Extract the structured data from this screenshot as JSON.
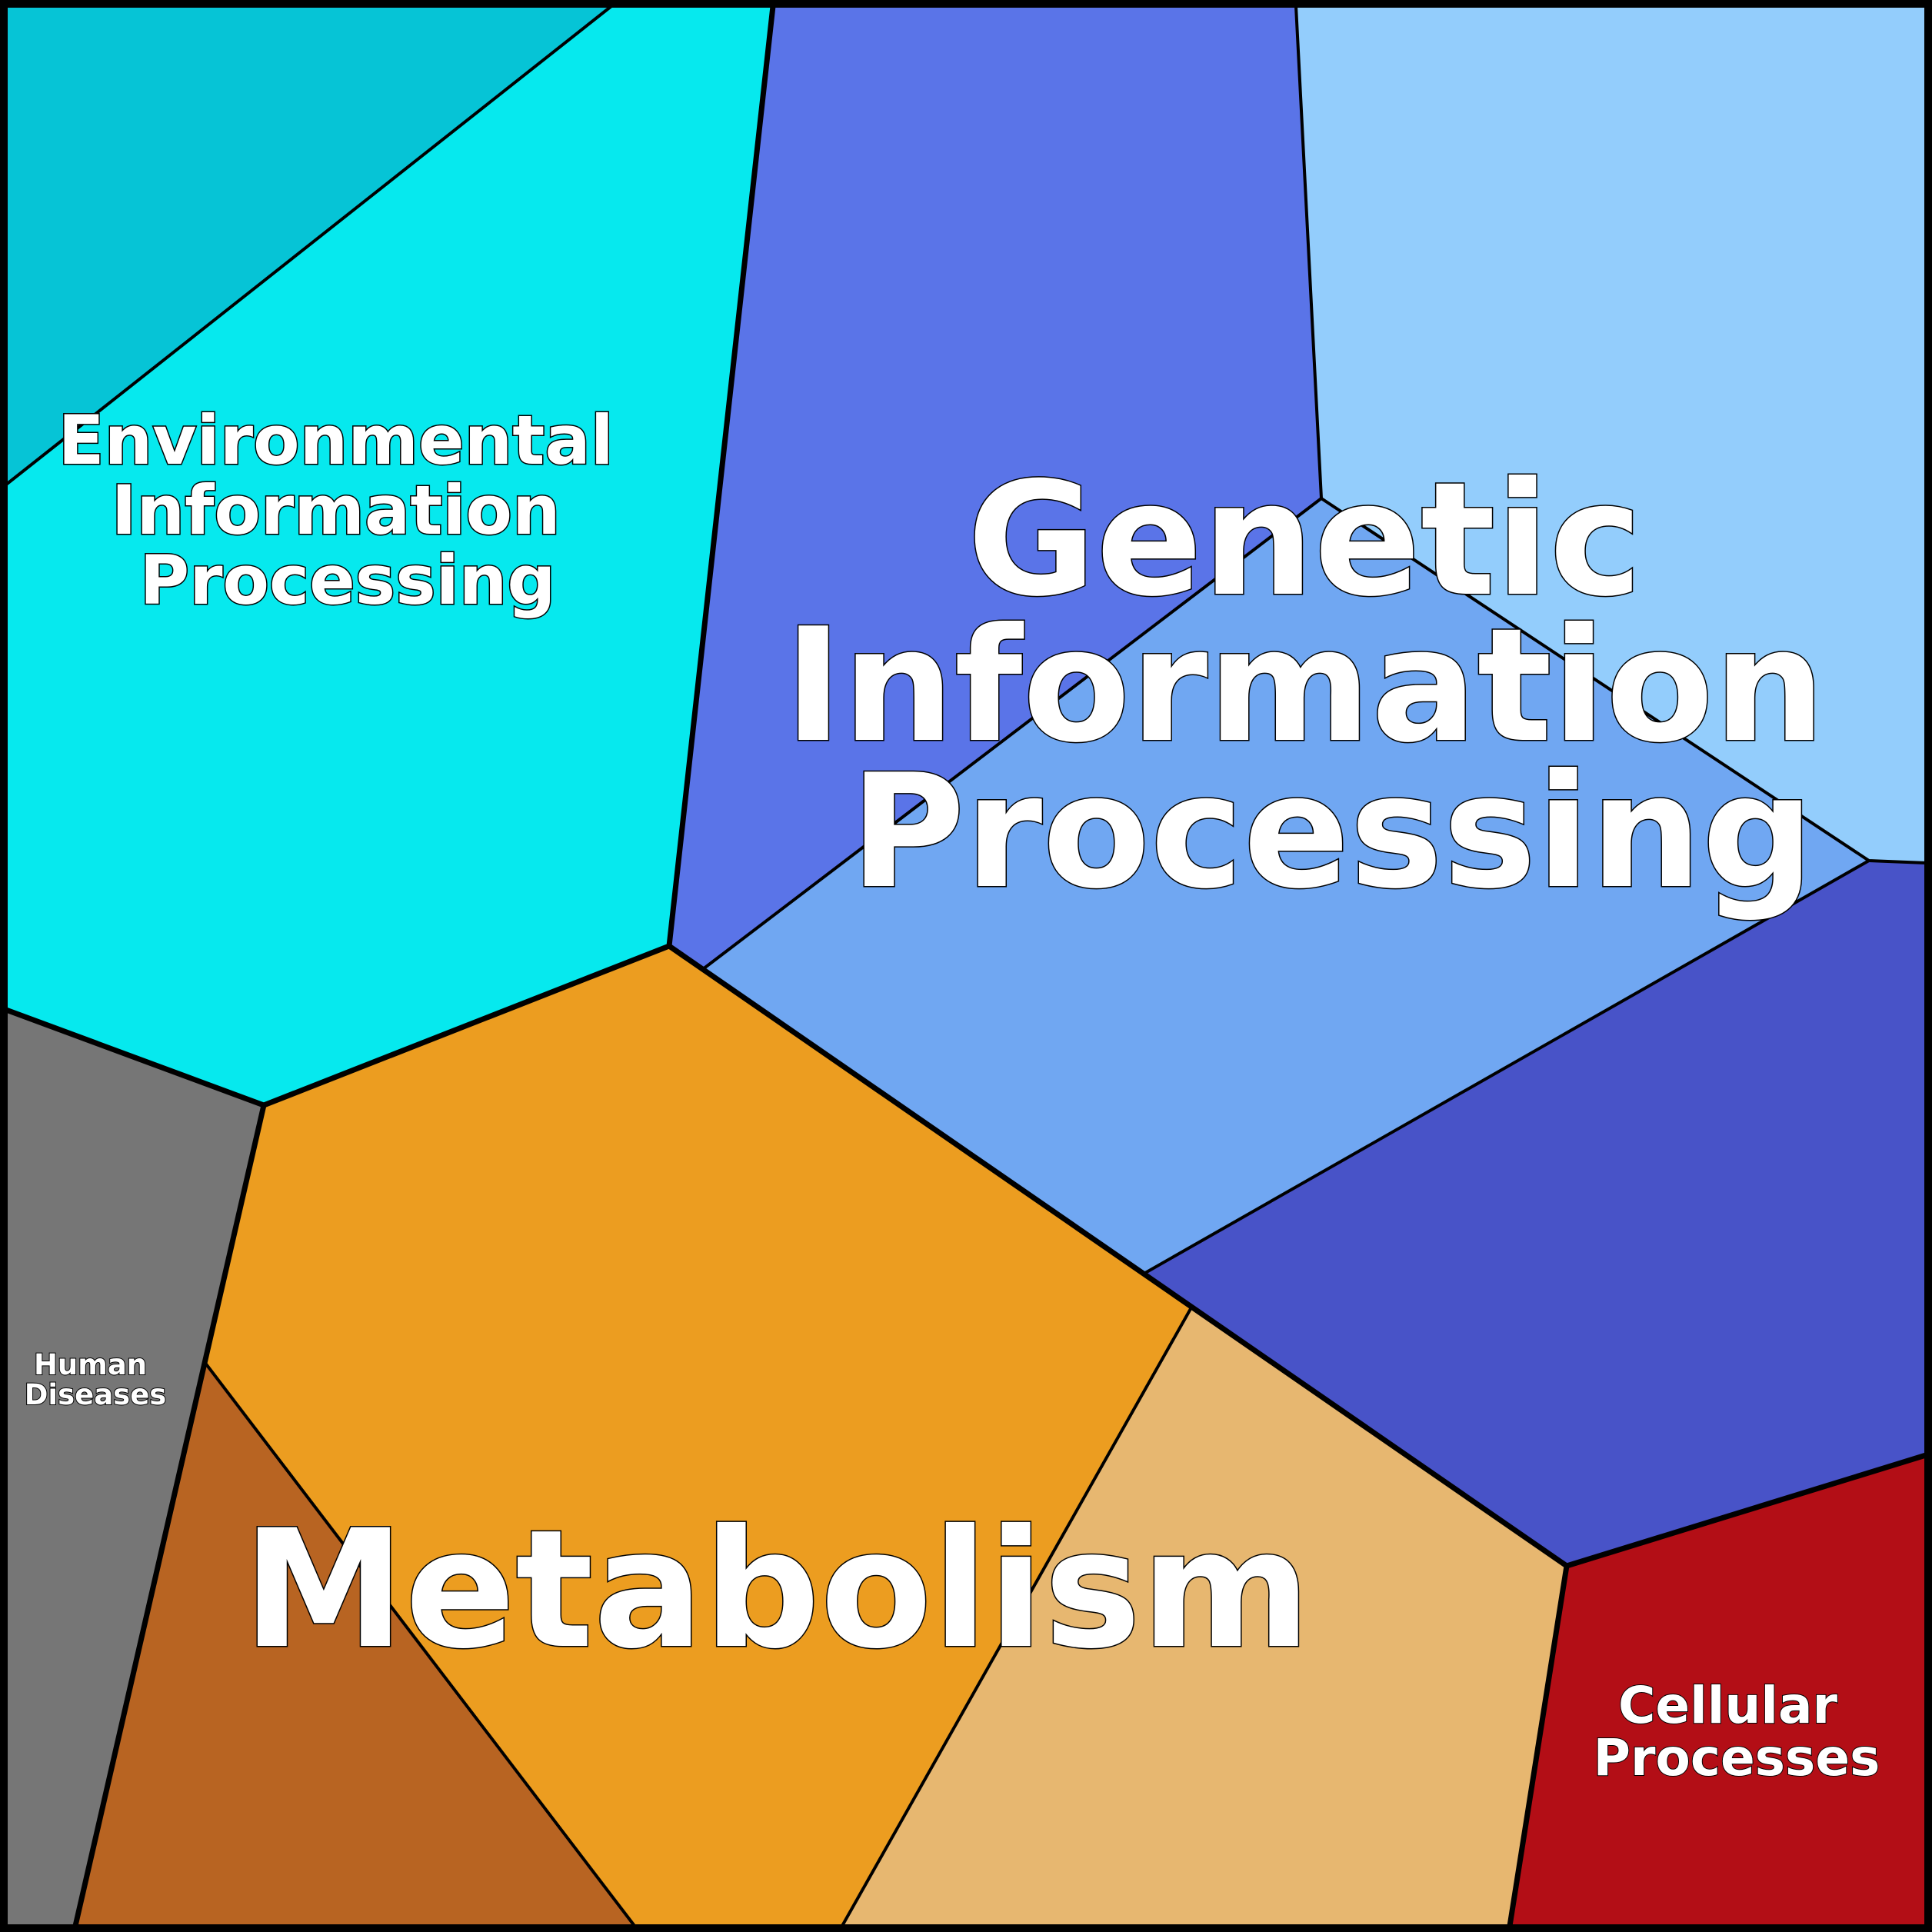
{
  "colors": {
    "env_dark": "#06C4D6",
    "env_light": "#06E9EE",
    "genetic_mid": "#5A74E8",
    "genetic_pale": "#93CDFC",
    "genetic_light": "#70A7F2",
    "genetic_dark": "#4853C8",
    "metabolism_orange": "#EC9D20",
    "metabolism_brown": "#B86422",
    "metabolism_tan": "#E7B770",
    "human_gray": "#767676",
    "cellular_red": "#B30E16",
    "border": "#000000",
    "label_fill": "#FFFFFF"
  },
  "labels": {
    "environmental": [
      "Environmental",
      "Information",
      "Processing"
    ],
    "genetic": [
      "Genetic",
      "Information",
      "Processing"
    ],
    "metabolism": [
      "Metabolism"
    ],
    "human": [
      "Human",
      "Diseases"
    ],
    "cellular": [
      "Cellular",
      "Processes"
    ]
  }
}
